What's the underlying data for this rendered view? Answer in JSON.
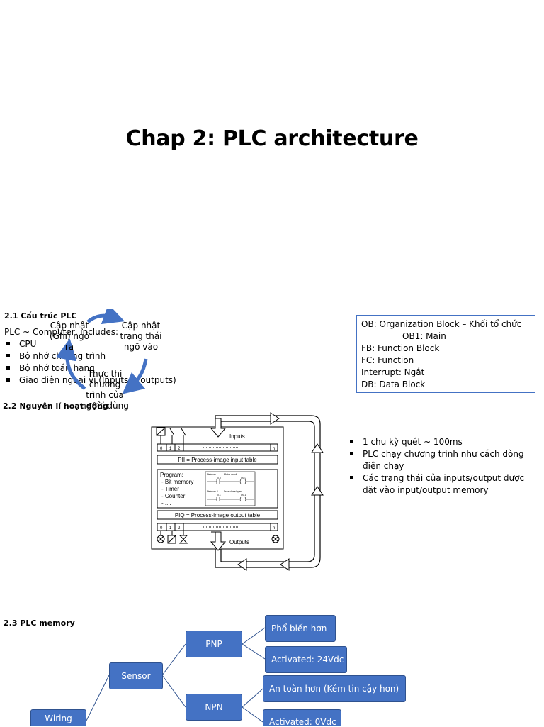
{
  "title": "Chap 2: PLC architecture",
  "section_2_1": {
    "heading": "2.1 Cấu trúc PLC",
    "intro": "PLC ~ Computer, includes:",
    "bullets": [
      "CPU",
      "Bộ nhớ chương trình",
      "Bộ nhớ toán hạng",
      "Giao diện ngoại vi (Inputs & outputs)"
    ]
  },
  "cycle": {
    "update_outputs": "Cập nhật (Ghi) ngõ ra",
    "update_inputs": "Cập nhật trạng thái ngõ vào",
    "execute": "Thực thi chương trình của người dùng"
  },
  "blocks_box": {
    "line1": "OB: Organization Block – Khối tổ chức",
    "line2": "OB1: Main",
    "line3": "FB: Function Block",
    "line4": "FC: Function",
    "line5": "Interrupt: Ngắt",
    "line6": "DB: Data Block"
  },
  "section_2_2": {
    "heading": "2.2 Nguyên lí hoạt động",
    "bullets": [
      "1 chu kỳ quét ~ 100ms",
      "PLC chạy chương trình như cách dòng điện chạy",
      "Các trạng thái của inputs/output được đặt vào input/output memory"
    ]
  },
  "plc_diagram": {
    "inputs": "Inputs",
    "outputs": "Outputs",
    "pii": "PII = Process-image input table",
    "piq": "PIQ = Process-image output table",
    "program": "Program:",
    "program_items": [
      "- Bit memory",
      "- Timer",
      "- Counter",
      "- ...."
    ],
    "bit0": "0",
    "bit1": "1",
    "bit2": "2",
    "bitn": "n",
    "net1": "Network 1",
    "net1_desc": "Motor on/off",
    "net2": "Network 2",
    "net2_desc": "Door close/open",
    "c1": "I0.0",
    "c2": "Q0.0",
    "c3": "I0.1",
    "c4": "Q0.1"
  },
  "section_2_3": {
    "heading": "2.3 PLC memory",
    "tree": {
      "wiring": "Wiring",
      "sensor": "Sensor",
      "pnp": "PNP",
      "npn": "NPN",
      "pnp_leaf1": "Phổ biến hơn",
      "pnp_leaf2": "Activated: 24Vdc",
      "npn_leaf1": "An toàn hơn (Kém tin cậy hơn)",
      "npn_leaf2": "Activated: 0Vdc"
    }
  },
  "colors": {
    "accent": "#4472c4",
    "accent_border": "#2f528f"
  }
}
